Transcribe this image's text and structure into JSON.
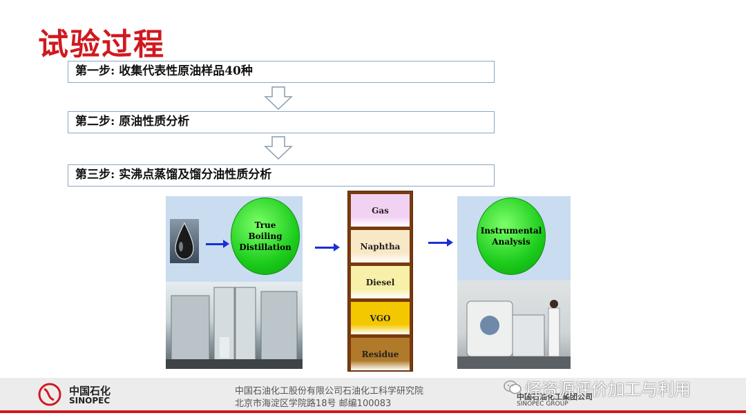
{
  "title": "试验过程",
  "steps": [
    "第一步: 收集代表性原油样品40种",
    "第二步: 原油性质分析",
    "第三步: 实沸点蒸馏及馏分油性质分析"
  ],
  "process": {
    "tbp_label": [
      "True",
      "Boiling",
      "Distillation"
    ],
    "analysis_label": [
      "Instrumental",
      "Analysis"
    ],
    "fractions": [
      "Gas",
      "Naphtha",
      "Diesel",
      "VGO",
      "Residue"
    ],
    "fraction_colors": [
      "#f2d2f2",
      "#f8e8c6",
      "#f8f0a8",
      "#f4c800",
      "#b07a2a"
    ]
  },
  "footer": {
    "logo_cn": "中国石化",
    "logo_en": "SINOPEC",
    "institute": "中国石油化工股份有限公司石油化工科学研究院",
    "address": "北京市海淀区学院路18号   邮编100083",
    "group_cn": "中国石油化工集团公司",
    "group_en": "SINOPEC GROUP",
    "watermark": "烃资源评价加工与利用"
  }
}
